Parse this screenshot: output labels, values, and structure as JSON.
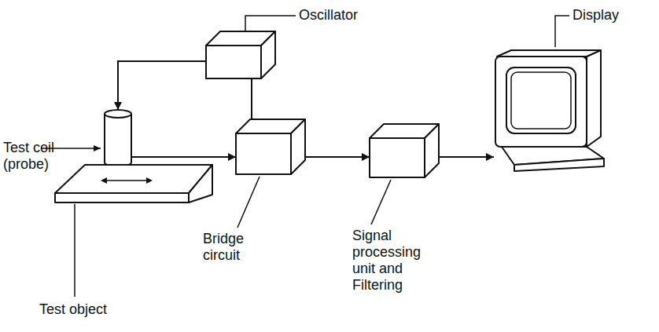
{
  "diagram": {
    "nodes": [
      {
        "text": [
          "Oscillator"
        ]
      },
      {
        "text": [
          "Display"
        ]
      },
      {
        "text": [
          "Test coil (probe)"
        ]
      },
      {
        "text": [
          "Bridge circuit"
        ]
      },
      {
        "text": [
          "Signal processing unit and Filtering"
        ]
      },
      {
        "text": [
          "Test object"
        ]
      }
    ],
    "edges": [
      {
        "from": 0,
        "to": 2,
        "arrow": "to"
      },
      {
        "from": 0,
        "to": 3,
        "arrow": "none"
      },
      {
        "from": 2,
        "to": 3,
        "arrow": "to"
      },
      {
        "from": 3,
        "to": 4,
        "arrow": "to"
      },
      {
        "from": 4,
        "to": 1,
        "arrow": "to"
      }
    ]
  }
}
